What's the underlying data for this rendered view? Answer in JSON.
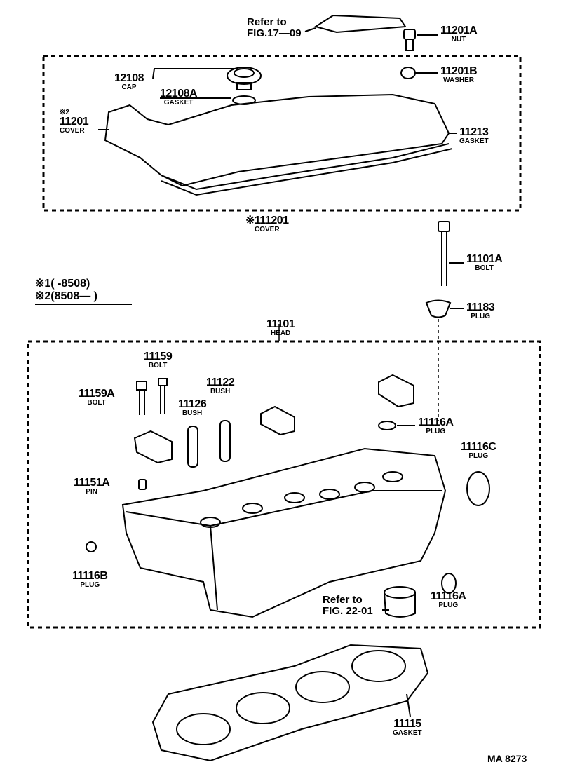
{
  "refs": {
    "top": {
      "line1": "Refer to",
      "line2": "FIG.17—09"
    },
    "bottom": {
      "line1": "Refer to",
      "line2": "FIG. 22-01"
    }
  },
  "parts": {
    "nut": {
      "num": "11201A",
      "name": "NUT"
    },
    "cap": {
      "num": "12108",
      "name": "CAP"
    },
    "cap_gasket": {
      "num": "12108A",
      "name": "GASKET"
    },
    "washer": {
      "num": "11201B",
      "name": "WASHER"
    },
    "cover2": {
      "mark": "※2",
      "num": "11201",
      "name": "COVER"
    },
    "cover_gasket": {
      "num": "11213",
      "name": "GASKET"
    },
    "cover1": {
      "num": "※111201",
      "name": "COVER"
    },
    "head_bolt": {
      "num": "11101A",
      "name": "BOLT"
    },
    "plug_11183": {
      "num": "11183",
      "name": "PLUG"
    },
    "head": {
      "num": "11101",
      "name": "HEAD"
    },
    "bolt_11159": {
      "num": "11159",
      "name": "BOLT"
    },
    "bolt_11159a": {
      "num": "11159A",
      "name": "BOLT"
    },
    "bush_11122": {
      "num": "11122",
      "name": "BUSH"
    },
    "bush_11126": {
      "num": "11126",
      "name": "BUSH"
    },
    "plug_11116a_top": {
      "num": "11116A",
      "name": "PLUG"
    },
    "plug_11116c": {
      "num": "11116C",
      "name": "PLUG"
    },
    "pin": {
      "num": "11151A",
      "name": "PIN"
    },
    "plug_11116b": {
      "num": "11116B",
      "name": "PLUG"
    },
    "plug_11116a_bottom": {
      "num": "11116A",
      "name": "PLUG"
    },
    "head_gasket": {
      "num": "11115",
      "name": "GASKET"
    }
  },
  "legend": {
    "line1": "※1(       -8508)",
    "line2": "※2(8508—       )"
  },
  "diagram_code": "MA  8273"
}
